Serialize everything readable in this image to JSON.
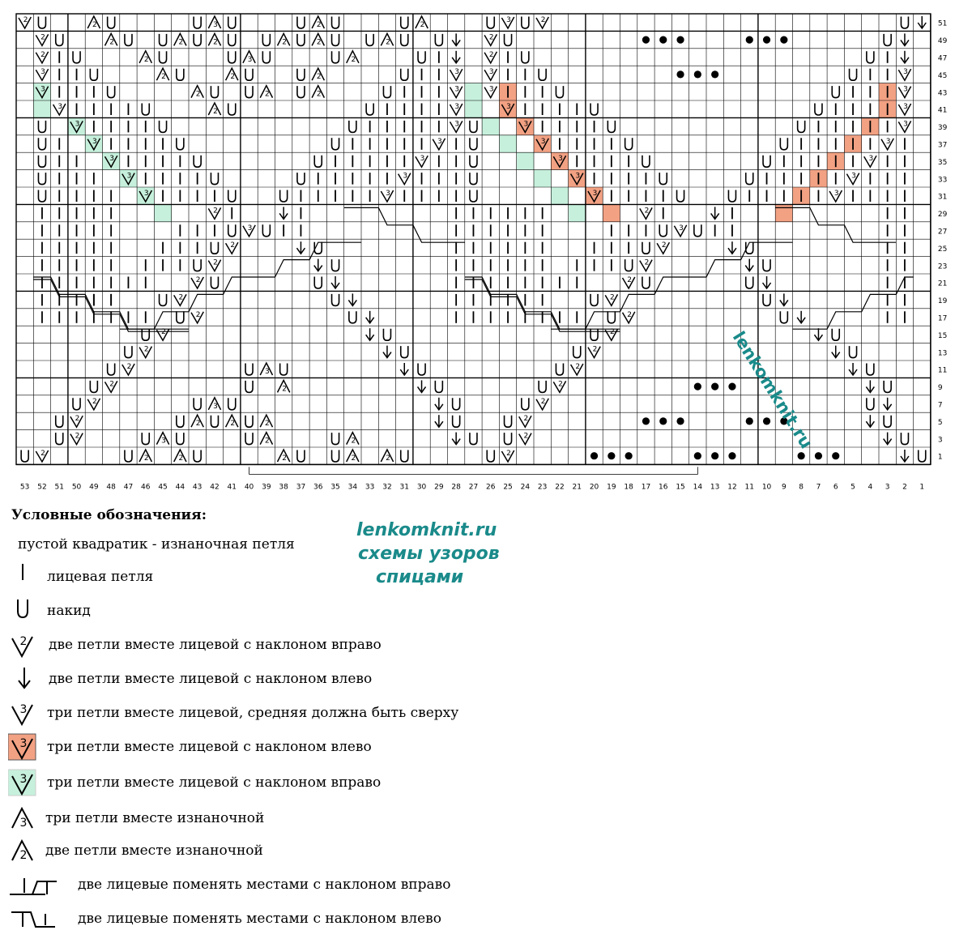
{
  "chart": {
    "watermark": "lenkomknit.ru",
    "row_labels": [
      "51",
      "49",
      "47",
      "45",
      "43",
      "41",
      "39",
      "37",
      "35",
      "33",
      "31",
      "29",
      "27",
      "25",
      "23",
      "21",
      "19",
      "17",
      "15",
      "13",
      "11",
      "9",
      "7",
      "5",
      "3",
      "1"
    ],
    "col_labels": [
      "53",
      "52",
      "51",
      "50",
      "49",
      "48",
      "47",
      "46",
      "45",
      "44",
      "43",
      "42",
      "41",
      "40",
      "39",
      "38",
      "37",
      "36",
      "35",
      "34",
      "33",
      "32",
      "31",
      "30",
      "29",
      "28",
      "27",
      "26",
      "25",
      "24",
      "23",
      "22",
      "21",
      "20",
      "19",
      "18",
      "17",
      "16",
      "15",
      "14",
      "13",
      "12",
      "11",
      "10",
      "9",
      "8",
      "7",
      "6",
      "5",
      "4",
      "3",
      "2",
      "1"
    ],
    "symbol_text": {
      "yo": "U",
      "knit": "I",
      "k2tog_num": "2",
      "k3tog_num": "3",
      "p_num2": "2",
      "p_num3": "3",
      "bobble": "●"
    },
    "colors": {
      "orange": "#f2a183",
      "green": "#c6f0dc",
      "grid": "#000000",
      "brand": "#1a8a8a"
    }
  },
  "legend": {
    "title": "Условные обозначения:",
    "items": [
      {
        "icon": "empty-square",
        "text": "пустой квадратик  -   изнаночная петля"
      },
      {
        "icon": "knit-icon",
        "text": "лицевая петля"
      },
      {
        "icon": "yarn-over-icon",
        "text": "накид"
      },
      {
        "icon": "k2tog-right-icon",
        "text": "две петли вместе лицевой с наклоном вправо"
      },
      {
        "icon": "k2tog-left-icon",
        "text": "две петли вместе лицевой с наклоном влево"
      },
      {
        "icon": "k3tog-center-icon",
        "text": "три петли вместе лицевой, средняя должна быть сверху"
      },
      {
        "icon": "k3tog-left-icon",
        "text": "три петли вместе лицевой с наклоном влево"
      },
      {
        "icon": "k3tog-right-icon",
        "text": "три петли вместе лицевой с наклоном вправо"
      },
      {
        "icon": "p3tog-icon",
        "text": "три петли вместе изнаночной"
      },
      {
        "icon": "p2tog-icon",
        "text": "две петли вместе изнаночной"
      },
      {
        "icon": "cross-right-icon",
        "text": "две лицевые поменять местами с наклоном вправо"
      },
      {
        "icon": "cross-left-icon",
        "text": "две лицевые поменять местами с наклоном влево"
      }
    ]
  },
  "brand": {
    "site": "lenkomknit.ru",
    "line2": "схемы узоров",
    "line3": "спицами"
  }
}
